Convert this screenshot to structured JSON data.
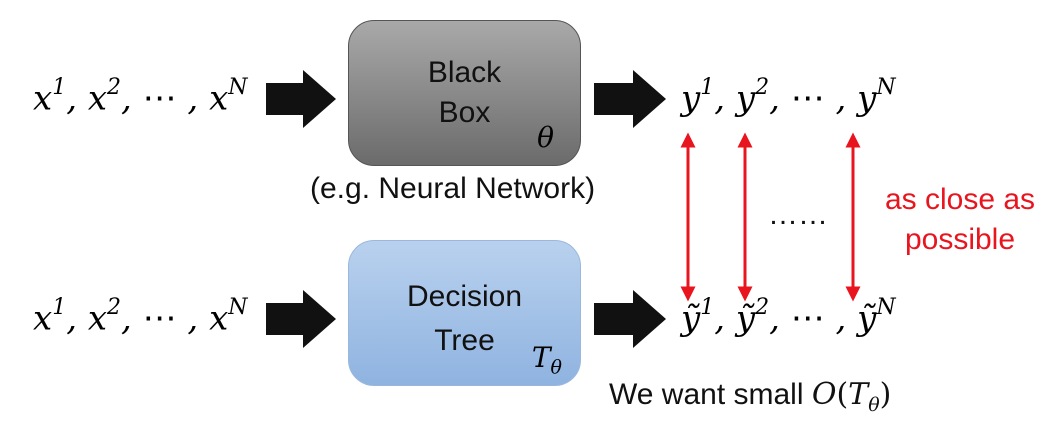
{
  "top_inputs": {
    "x1": "x",
    "s1": "1",
    "x2": "x",
    "s2": "2",
    "dots": "⋯",
    "xn": "x",
    "sn": "N"
  },
  "top_outputs": {
    "y1": "y",
    "s1": "1",
    "y2": "y",
    "s2": "2",
    "dots": "⋯",
    "yn": "y",
    "sn": "N"
  },
  "bottom_inputs": {
    "x1": "x",
    "s1": "1",
    "x2": "x",
    "s2": "2",
    "dots": "⋯",
    "xn": "x",
    "sn": "N"
  },
  "bottom_outputs": {
    "y1": "ỹ",
    "s1": "1",
    "y2": "ỹ",
    "s2": "2",
    "dots": "⋯",
    "yn": "ỹ",
    "sn": "N"
  },
  "black_box": {
    "line1": "Black",
    "line2": "Box",
    "param": "θ",
    "caption": "(e.g. Neural Network)"
  },
  "decision_tree": {
    "line1": "Decision",
    "line2": "Tree",
    "param_base": "T",
    "param_sub": "θ"
  },
  "middle_dots": "……",
  "note": {
    "line1": "as close as",
    "line2": "possible"
  },
  "bottom_caption": {
    "text": "We want small ",
    "O": "O",
    "open": "(",
    "T": "T",
    "sub": "θ",
    "close": ")"
  },
  "colors": {
    "arrow_red": "#e8141e",
    "arrow_black": "#111111",
    "black_box": "#8a8a8a",
    "tree_box": "#a9c4e8"
  }
}
